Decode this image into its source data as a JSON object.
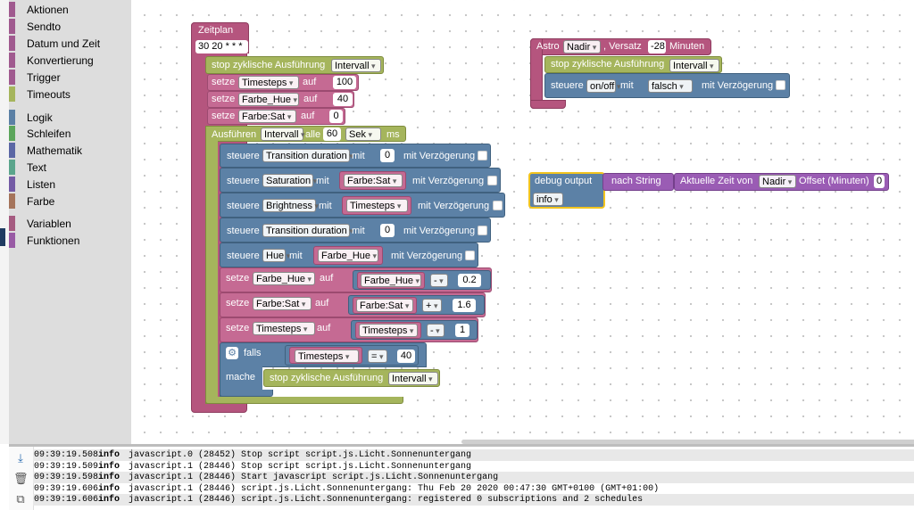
{
  "toolbox": {
    "categories": [
      {
        "label": "Aktionen",
        "color": "#a05a8f"
      },
      {
        "label": "Sendto",
        "color": "#a05a8f"
      },
      {
        "label": "Datum und Zeit",
        "color": "#a05a8f"
      },
      {
        "label": "Konvertierung",
        "color": "#a05a8f"
      },
      {
        "label": "Trigger",
        "color": "#a05a8f"
      },
      {
        "label": "Timeouts",
        "color": "#a5b55c"
      },
      {
        "label": "Logik",
        "color": "#5b80a5"
      },
      {
        "label": "Schleifen",
        "color": "#5ba55b"
      },
      {
        "label": "Mathematik",
        "color": "#5b67a5"
      },
      {
        "label": "Text",
        "color": "#5ba58c"
      },
      {
        "label": "Listen",
        "color": "#745ba5"
      },
      {
        "label": "Farbe",
        "color": "#a5745b"
      },
      {
        "label": "Variablen",
        "color": "#a55b80"
      },
      {
        "label": "Funktionen",
        "color": "#995ba5"
      }
    ]
  },
  "colors": {
    "pink": "#b5557e",
    "green": "#a5b55c",
    "blue": "#5c81a6",
    "purple": "#9a5cb4",
    "debug_border": "#f2c41e"
  },
  "schedule": {
    "title": "Zeitplan",
    "cron": "30 20 * * *",
    "stop1": {
      "label": "stop zyklische Ausführung",
      "arg": "Intervall"
    },
    "set1": {
      "kw": "setze",
      "var": "Timesteps",
      "to": "auf",
      "value": "100"
    },
    "set2": {
      "kw": "setze",
      "var": "Farbe_Hue",
      "to": "auf",
      "value": "40"
    },
    "set3": {
      "kw": "setze",
      "var": "Farbe:Sat",
      "to": "auf",
      "value": "0"
    },
    "interval": {
      "label": "Ausführen",
      "name": "Intervall",
      "every": "alle",
      "value": "60",
      "unit": "Sek",
      "ms": "ms"
    },
    "c1": {
      "kw": "steuere",
      "target": "Transition duration",
      "with": "mit",
      "value": "0",
      "delay": "mit Verzögerung"
    },
    "c2": {
      "kw": "steuere",
      "target": "Saturation",
      "with": "mit",
      "value": "Farbe:Sat",
      "delay": "mit Verzögerung"
    },
    "c3": {
      "kw": "steuere",
      "target": "Brightness",
      "with": "mit",
      "value": "Timesteps",
      "delay": "mit Verzögerung"
    },
    "c4": {
      "kw": "steuere",
      "target": "Transition duration",
      "with": "mit",
      "value": "0",
      "delay": "mit Verzögerung"
    },
    "c5": {
      "kw": "steuere",
      "target": "Hue",
      "with": "mit",
      "value": "Farbe_Hue",
      "delay": "mit Verzögerung"
    },
    "s4": {
      "kw": "setze",
      "var": "Farbe_Hue",
      "to": "auf",
      "operand": "Farbe_Hue",
      "op": "-",
      "num": "0.2"
    },
    "s5": {
      "kw": "setze",
      "var": "Farbe:Sat",
      "to": "auf",
      "operand": "Farbe:Sat",
      "op": "+",
      "num": "1.6"
    },
    "s6": {
      "kw": "setze",
      "var": "Timesteps",
      "to": "auf",
      "operand": "Timesteps",
      "op": "-",
      "num": "1"
    },
    "iff": {
      "kw": "falls",
      "operand": "Timesteps",
      "op": "=",
      "num": "40",
      "do": "mache"
    },
    "stop2": {
      "label": "stop zyklische Ausführung",
      "arg": "Intervall"
    }
  },
  "astro": {
    "label": "Astro",
    "event": "Nadir",
    "offset_label": ", Versatz",
    "offset": "-28",
    "unit": "Minuten",
    "stop": {
      "label": "stop zyklische Ausführung",
      "arg": "Intervall"
    },
    "ctrl": {
      "kw": "steuere",
      "target": "on/off",
      "with": "mit",
      "value": "falsch",
      "delay": "mit Verzögerung"
    }
  },
  "debug": {
    "label": "debug output",
    "level": "info",
    "to_string": "nach String",
    "time_label": "Aktuelle Zeit von",
    "event": "Nadir",
    "offset_label": "Offset (Minuten)",
    "offset": "0"
  },
  "console": {
    "tools": [
      "download-icon",
      "trash-icon",
      "copy-icon"
    ],
    "rows": [
      {
        "time": "09:39:19.508",
        "sev": "info",
        "msg": "javascript.0 (28452) Stop script script.js.Licht.Sonnenuntergang"
      },
      {
        "time": "09:39:19.509",
        "sev": "info",
        "msg": "javascript.1 (28446) Stop script script.js.Licht.Sonnenuntergang"
      },
      {
        "time": "09:39:19.598",
        "sev": "info",
        "msg": "javascript.1 (28446) Start javascript script.js.Licht.Sonnenuntergang"
      },
      {
        "time": "09:39:19.606",
        "sev": "info",
        "msg": "javascript.1 (28446) script.js.Licht.Sonnenuntergang: Thu Feb 20 2020 00:47:30 GMT+0100 (GMT+01:00)"
      },
      {
        "time": "09:39:19.606",
        "sev": "info",
        "msg": "javascript.1 (28446) script.js.Licht.Sonnenuntergang: registered 0 subscriptions and 2 schedules"
      }
    ]
  }
}
